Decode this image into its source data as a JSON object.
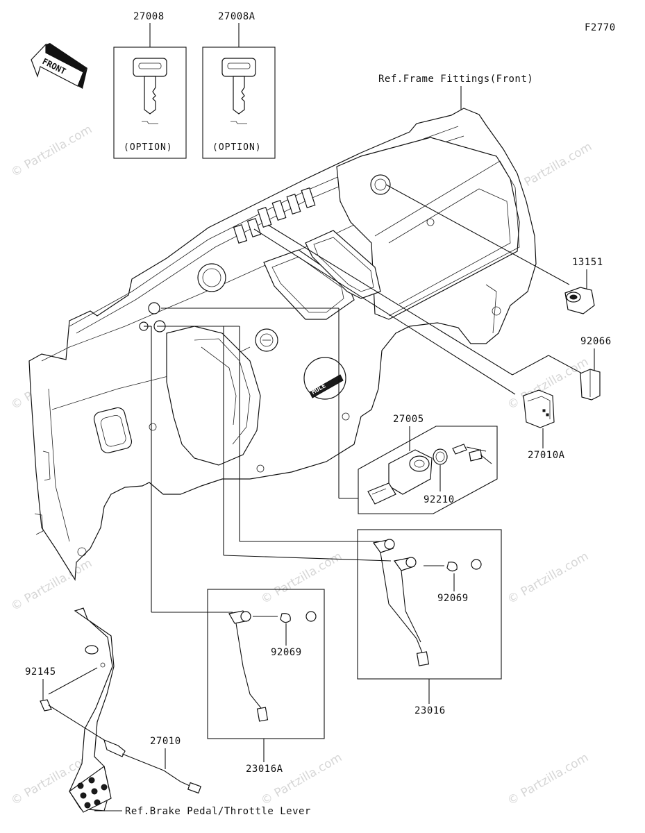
{
  "figure_code": "F2770",
  "front_arrow_label": "FRONT",
  "ref_frame": "Ref.Frame Fittings(Front)",
  "ref_brake": "Ref.Brake Pedal/Throttle Lever",
  "option_label": "(OPTION)",
  "watermark": "© Partzilla.com",
  "dash_logo": "MULE",
  "parts": {
    "p27008": "27008",
    "p27008a": "27008A",
    "p13151": "13151",
    "p92066": "92066",
    "p27005": "27005",
    "p27010a": "27010A",
    "p92210": "92210",
    "p92069a": "92069",
    "p92069b": "92069",
    "p23016": "23016",
    "p23016a": "23016A",
    "p92145": "92145",
    "p27010": "27010"
  }
}
